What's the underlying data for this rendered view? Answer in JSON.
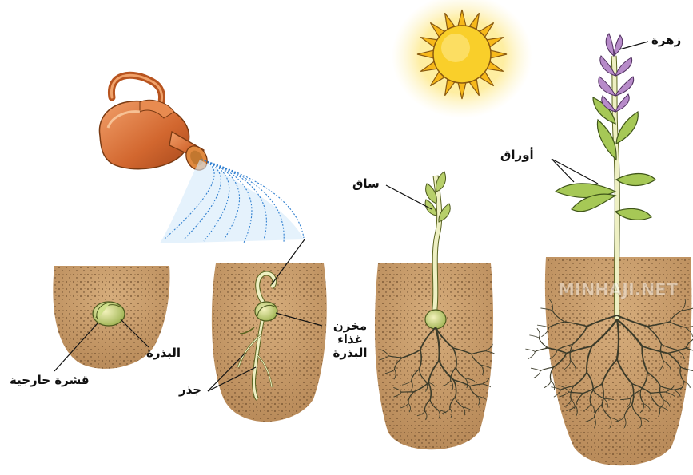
{
  "labels": {
    "flower": "زهرة",
    "leaves": "أوراق",
    "stem": "ساق",
    "seed": "البذرة",
    "seed_coat": "قشرة خارجية",
    "root": "جذر",
    "food_store": [
      "مخزن",
      "غذاء",
      "البذرة"
    ]
  },
  "watermark": "MINHAJI.NET",
  "colors": {
    "soil": "#c9a070",
    "soil_dark": "#7a5a38",
    "sun": "#f7c51e",
    "can": "#d9733c",
    "water": "#3c8fd8",
    "plant": "#e8ecb0",
    "leaf": "#9fc24a",
    "flower": "#b78bc9"
  }
}
